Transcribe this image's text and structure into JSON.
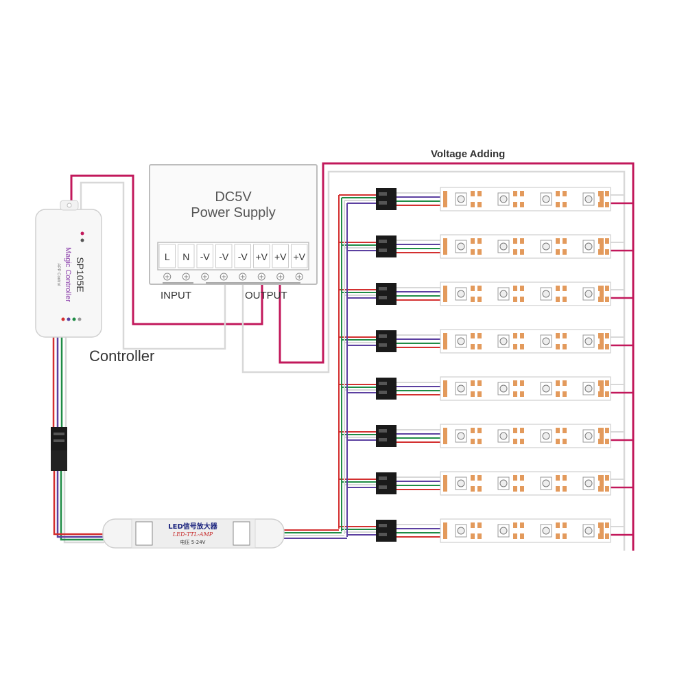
{
  "labels": {
    "voltage_adding": "Voltage Adding",
    "psu_line1": "DC5V",
    "psu_line2": "Power Supply",
    "terminals": [
      "L",
      "N",
      "-V",
      "-V",
      "-V",
      "+V",
      "+V",
      "+V"
    ],
    "input": "INPUT",
    "output": "OUTPUT",
    "controller": "Controller"
  },
  "controller_device": {
    "model": "SP105E",
    "brand": "Magic Controller",
    "sub": "APP Control"
  },
  "amplifier_device": {
    "title": "LED信号放大器",
    "subtitle": "LED-TTL-AMP",
    "voltage": "电压 5-24V"
  },
  "strips": {
    "count": 8
  },
  "colors": {
    "power_positive": "#c2185b",
    "power_negative": "#d8d8d8",
    "data_purple": "#5b3fa0",
    "data_green": "#1e8c45",
    "data_red": "#d32f2f",
    "psu_border": "#bdbdbd",
    "strip_copper": "#e39a5c"
  }
}
